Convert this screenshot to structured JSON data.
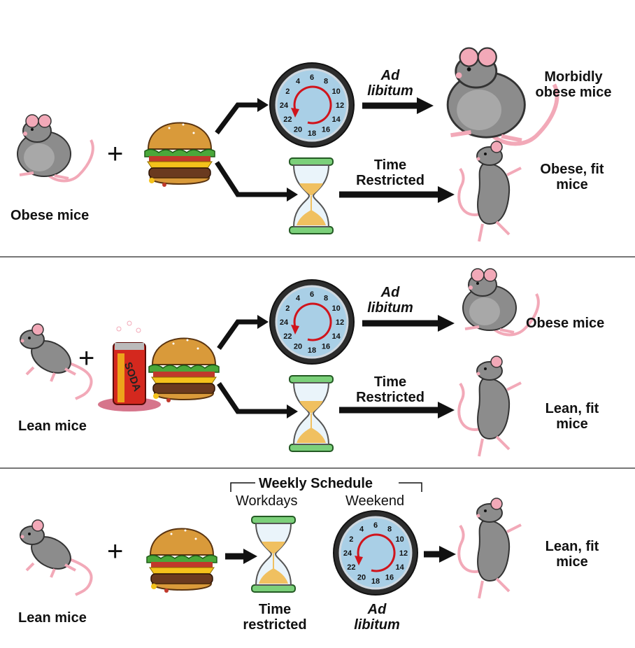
{
  "panel1": {
    "start": "Obese mice",
    "path_adlib_1": "Ad",
    "path_adlib_2": "libitum",
    "path_tr_1": "Time",
    "path_tr_2": "Restricted",
    "result_adlib_1": "Morbidly",
    "result_adlib_2": "obese mice",
    "result_tr_1": "Obese, fit",
    "result_tr_2": "mice",
    "plus": "+"
  },
  "panel2": {
    "start": "Lean mice",
    "path_adlib_1": "Ad",
    "path_adlib_2": "libitum",
    "path_tr_1": "Time",
    "path_tr_2": "Restricted",
    "result_adlib": "Obese mice",
    "result_tr_1": "Lean, fit",
    "result_tr_2": "mice",
    "plus": "+",
    "soda_label": "SODA"
  },
  "panel3": {
    "start": "Lean mice",
    "schedule_title": "Weekly Schedule",
    "workdays": "Workdays",
    "weekend": "Weekend",
    "workdays_caption_1": "Time",
    "workdays_caption_2": "restricted",
    "weekend_caption_1": "Ad",
    "weekend_caption_2": "libitum",
    "result_1": "Lean, fit",
    "result_2": "mice",
    "plus": "+"
  },
  "clock_numbers": [
    "6",
    "8",
    "10",
    "12",
    "14",
    "16",
    "18",
    "20",
    "22",
    "24",
    "2",
    "4"
  ],
  "colors": {
    "mouse_body": "#8c8c8c",
    "mouse_pink": "#f2a9b8",
    "clock_face": "#a9cfe6",
    "clock_rim": "#3a3a3a",
    "clock_arrow": "#d0141c",
    "hourglass_cap": "#7bd07a",
    "sand": "#f0c060",
    "bun": "#d99a3a",
    "lettuce": "#4aa83a",
    "cheese": "#f4c21b",
    "patty": "#6a3a1f",
    "soda": "#d4281e",
    "divider": "#777777"
  }
}
